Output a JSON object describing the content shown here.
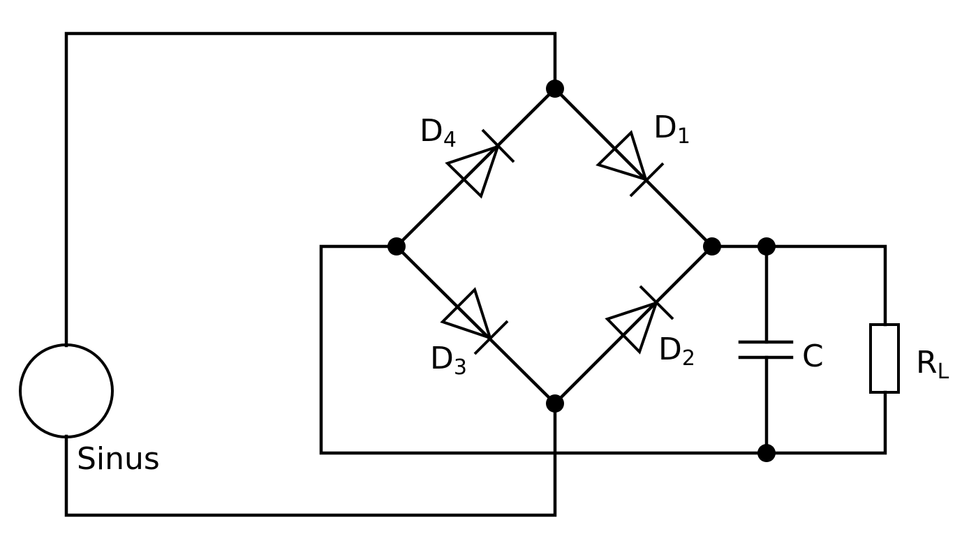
{
  "diagram": {
    "source": {
      "label": "Sinus"
    },
    "diodes": [
      {
        "id": "d1",
        "letter": "D",
        "index": "1"
      },
      {
        "id": "d2",
        "letter": "D",
        "index": "2"
      },
      {
        "id": "d3",
        "letter": "D",
        "index": "3"
      },
      {
        "id": "d4",
        "letter": "D",
        "index": "4"
      }
    ],
    "capacitor": {
      "label": "C"
    },
    "resistor": {
      "letter": "R",
      "index": "L"
    }
  }
}
